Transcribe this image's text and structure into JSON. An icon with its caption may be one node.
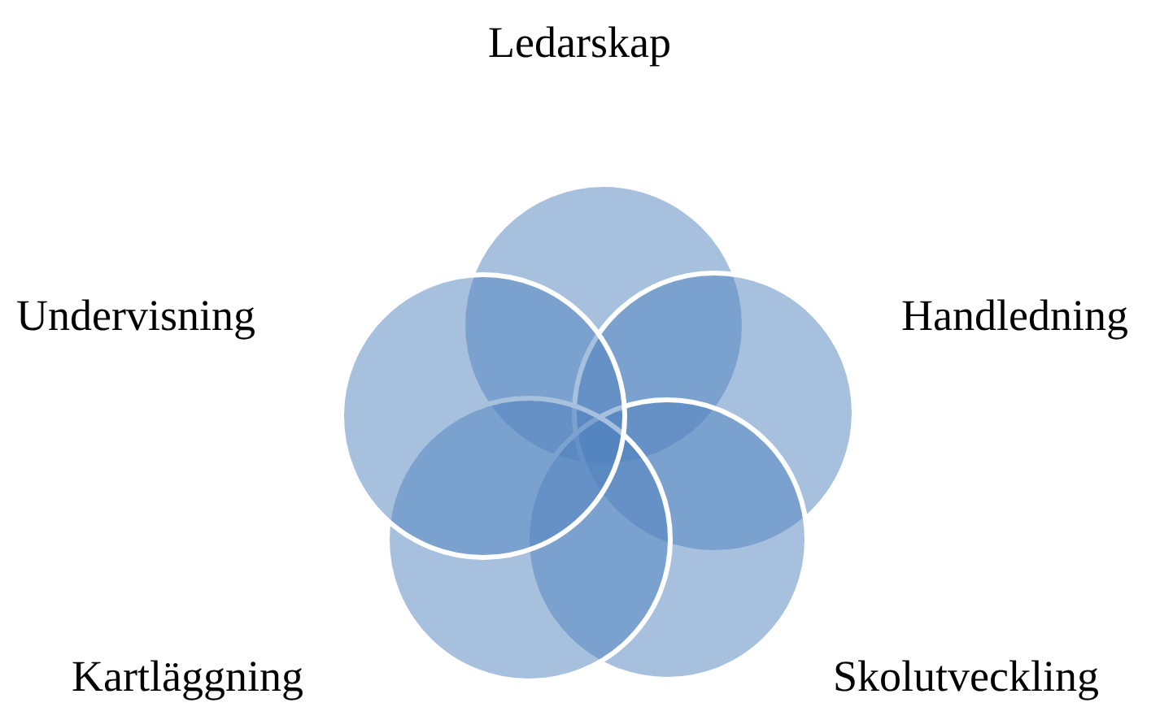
{
  "diagram": {
    "nodes": [
      {
        "text": [
          "Ledarskap"
        ]
      },
      {
        "text": [
          "Undervisning"
        ]
      },
      {
        "text": [
          "Handledning"
        ]
      },
      {
        "text": [
          "Kartläggning"
        ]
      },
      {
        "text": [
          "Skolutveckling"
        ]
      }
    ]
  }
}
